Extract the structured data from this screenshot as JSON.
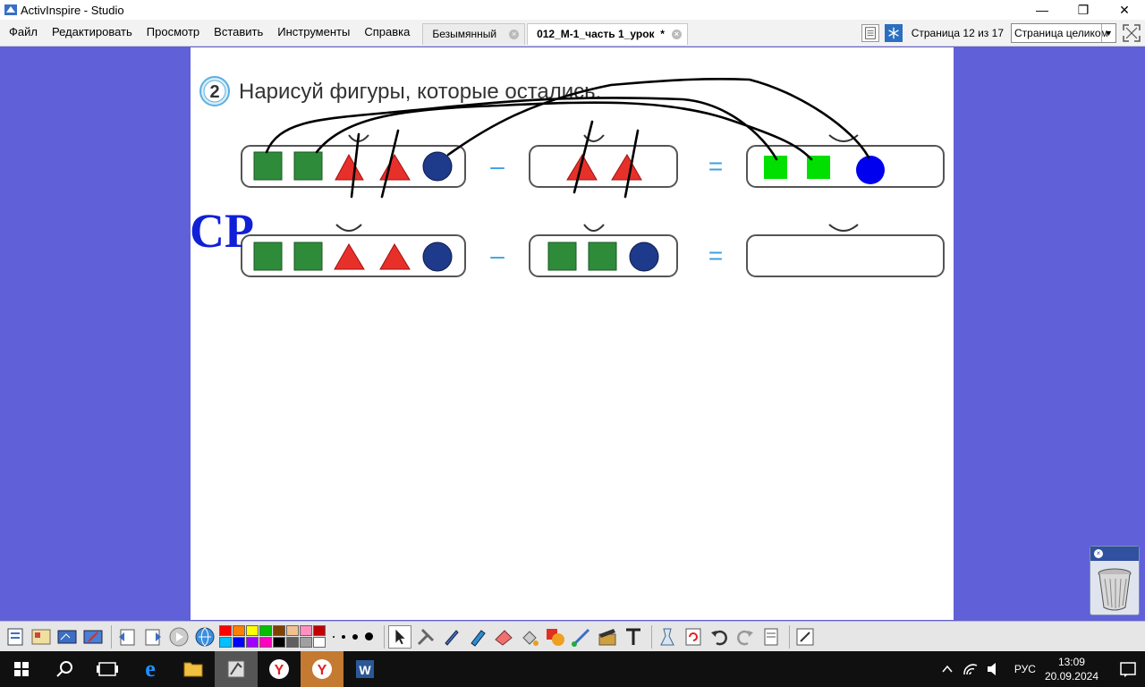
{
  "window": {
    "title": "ActivInspire - Studio"
  },
  "menu": {
    "items": [
      "Файл",
      "Редактировать",
      "Просмотр",
      "Вставить",
      "Инструменты",
      "Справка"
    ]
  },
  "tabs": [
    {
      "label": "Безымянный",
      "active": false
    },
    {
      "label": "012_М-1_часть 1_урок  *",
      "active": true
    }
  ],
  "page_nav": {
    "counter": "Страница 12 из 17",
    "zoom": "Страница целиком"
  },
  "flipchart": {
    "task_number": "2",
    "task_text": "Нарисуй фигуры, которые остались.",
    "annotation": "СР",
    "minus_sign": "–",
    "equals_sign": "="
  },
  "palette": {
    "colors": [
      "#ff0000",
      "#ff8000",
      "#ffff00",
      "#00c000",
      "#804000",
      "#f0c090",
      "#ff90c0",
      "#c00000",
      "#00c0ff",
      "#0000ff",
      "#a000ff",
      "#ff00c0",
      "#000000",
      "#606060",
      "#a0a0a0",
      "#ffffff"
    ]
  },
  "taskbar": {
    "language": "РУС",
    "time": "13:09",
    "date": "20.09.2024"
  },
  "colors": {
    "desktop_bg": "#6060d8",
    "shape_green": "#2e8b3a",
    "shape_red": "#e8302a",
    "shape_navy": "#1e3a8a",
    "drawn_green": "#00e000",
    "drawn_blue": "#0000ee",
    "annotation_blue": "#1020d8"
  }
}
